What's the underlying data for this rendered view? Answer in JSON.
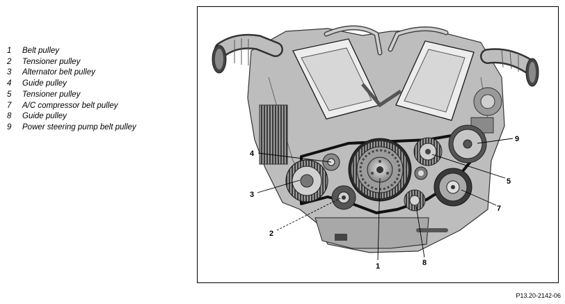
{
  "legend": [
    {
      "num": "1",
      "label": "Belt pulley"
    },
    {
      "num": "2",
      "label": "Tensioner pulley"
    },
    {
      "num": "3",
      "label": "Alternator belt pulley"
    },
    {
      "num": "4",
      "label": "Guide pulley"
    },
    {
      "num": "5",
      "label": "Tensioner pulley"
    },
    {
      "num": "7",
      "label": "A/C compressor belt pulley"
    },
    {
      "num": "8",
      "label": "Guide pulley"
    },
    {
      "num": "9",
      "label": "Power steering pump belt pulley"
    }
  ],
  "callouts": {
    "c1": "1",
    "c2": "2",
    "c3": "3",
    "c4": "4",
    "c5": "5",
    "c7": "7",
    "c8": "8",
    "c9": "9"
  },
  "reference_code": "P13.20-2142-06"
}
